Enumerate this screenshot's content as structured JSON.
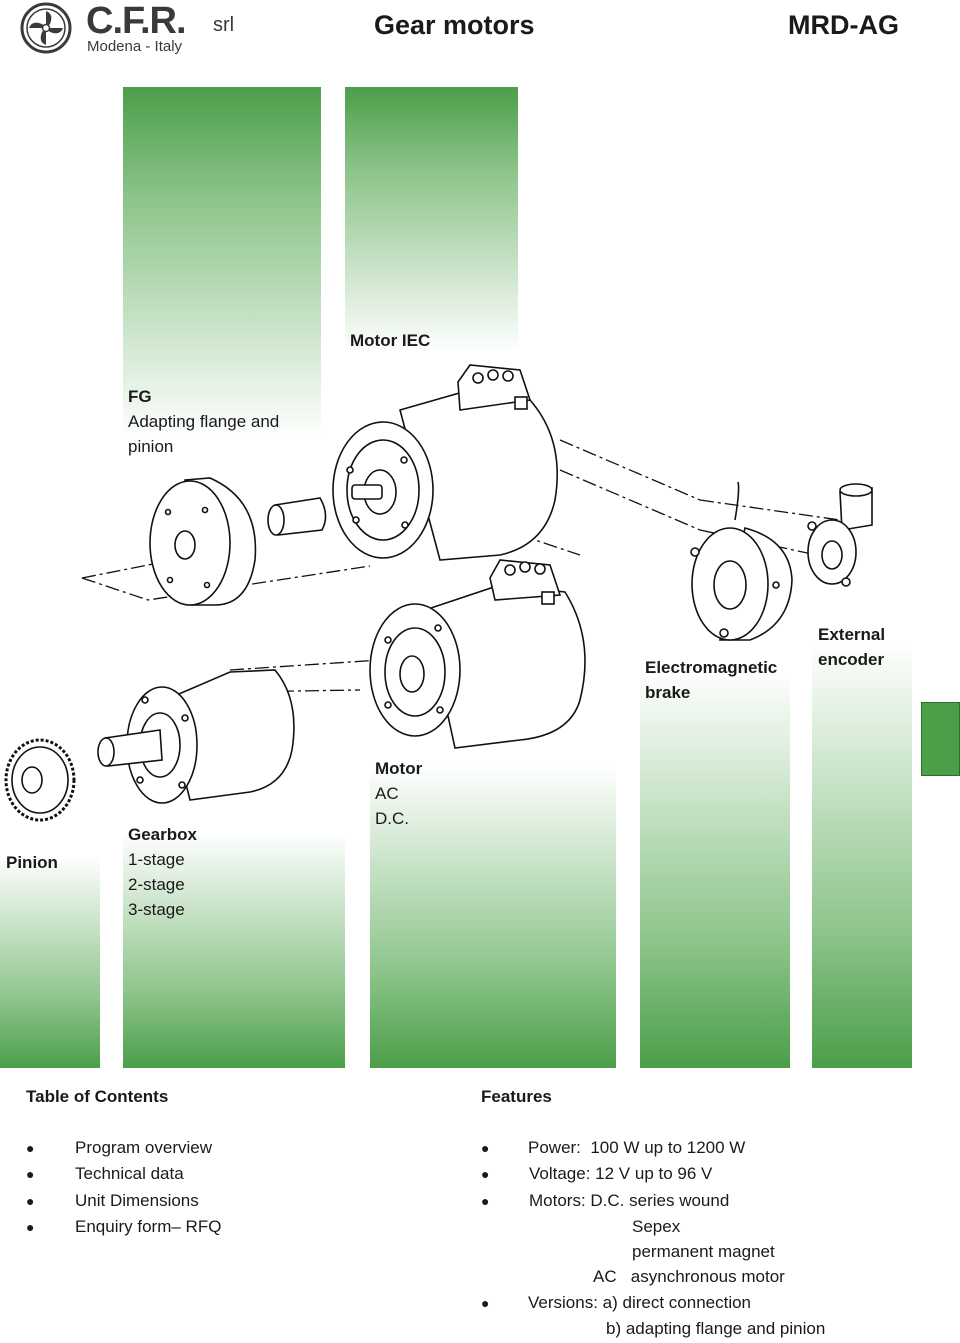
{
  "header": {
    "brand": "C.F.R.",
    "brand_suffix": "srl",
    "location": "Modena - Italy",
    "title": "Gear motors",
    "code": "MRD-AG"
  },
  "components": {
    "motor_iec": "Motor IEC",
    "fg_title": "FG",
    "fg_line1": "Adapting flange and",
    "fg_line2": "pinion",
    "ext_encoder_1": "External",
    "ext_encoder_2": "encoder",
    "brake_1": "Electromagnetic",
    "brake_2": "brake",
    "motor_title": "Motor",
    "motor_ac": "AC",
    "motor_dc": "D.C.",
    "pinion": "Pinion",
    "gearbox_title": "Gearbox",
    "gearbox_1": "1-stage",
    "gearbox_2": "2-stage",
    "gearbox_3": "3-stage"
  },
  "toc": {
    "heading": "Table of Contents",
    "items": [
      "Program overview",
      "Technical data",
      "Unit Dimensions",
      "Enquiry form– RFQ"
    ]
  },
  "features": {
    "heading": "Features",
    "power": "Power:  100 W up to 1200 W",
    "voltage": "Voltage: 12 V up to 96 V",
    "motors": "Motors: D.C. series wound",
    "sepex": "Sepex",
    "pm": "permanent magnet",
    "ac": "AC   asynchronous motor",
    "versions": "Versions: a) direct connection",
    "versions_b": "b) adapting flange and pinion"
  },
  "icons": {
    "logo": "fan-logo-icon",
    "bullet": "bullet-dot-icon"
  },
  "colors": {
    "accent_green": "#4c9e49"
  }
}
